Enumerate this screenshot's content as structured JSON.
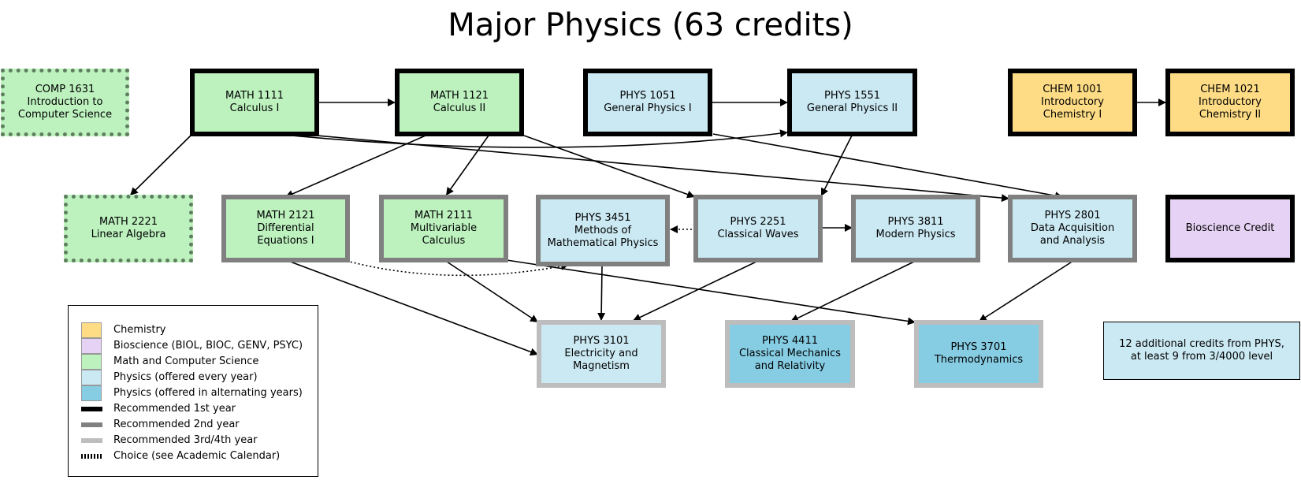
{
  "title": "Major Physics (63 credits)",
  "colors": {
    "chemistry": "#fddc85",
    "bioscience": "#e6d2f4",
    "math_cs": "#bdf2bf",
    "physics_every_year": "#cbe9f3",
    "physics_alternating": "#86cde4",
    "year1_border": "#000000",
    "year2_border": "#808080",
    "year3_border": "#bdbdbd"
  },
  "courses": {
    "comp1631": "COMP 1631\nIntroduction to\nComputer Science",
    "math1111": "MATH 1111\nCalculus I",
    "math1121": "MATH 1121\nCalculus II",
    "phys1051": "PHYS 1051\nGeneral Physics I",
    "phys1551": "PHYS 1551\nGeneral Physics II",
    "chem1001": "CHEM 1001\nIntroductory\nChemistry I",
    "chem1021": "CHEM 1021\nIntroductory\nChemistry II",
    "math2221": "MATH 2221\nLinear Algebra",
    "math2121": "MATH 2121\nDifferential\nEquations I",
    "math2111": "MATH 2111\nMultivariable\nCalculus",
    "phys3451": "PHYS 3451\nMethods of\nMathematical Physics",
    "phys2251": "PHYS 2251\nClassical Waves",
    "phys3811": "PHYS 3811\nModern Physics",
    "phys2801": "PHYS 2801\nData Acquisition\nand Analysis",
    "bioscience": "Bioscience Credit",
    "phys3101": "PHYS 3101\nElectricity and\nMagnetism",
    "phys4411": "PHYS 4411\nClassical Mechanics\nand Relativity",
    "phys3701": "PHYS 3701\nThermodynamics",
    "additional": "12 additional credits from PHYS,\nat least 9 from 3/4000 level"
  },
  "legend": {
    "chemistry": "Chemistry",
    "bioscience": "Bioscience (BIOL, BIOC, GENV, PSYC)",
    "math_cs": "Math and Computer Science",
    "physics_every_year": "Physics (offered every year)",
    "physics_alternating": "Physics (offered in alternating years)",
    "year1": "Recommended 1st year",
    "year2": "Recommended 2nd year",
    "year3": "Recommended 3rd/4th year",
    "choice": "Choice (see Academic Calendar)"
  },
  "prerequisites": [
    {
      "from": "math1111",
      "to": "math1121"
    },
    {
      "from": "phys1051",
      "to": "phys1551"
    },
    {
      "from": "chem1001",
      "to": "chem1021"
    },
    {
      "from": "math1111",
      "to": "math2221"
    },
    {
      "from": "math1111",
      "to": "phys1551"
    },
    {
      "from": "math1111",
      "to": "phys2801"
    },
    {
      "from": "math1121",
      "to": "math2121"
    },
    {
      "from": "math1121",
      "to": "math2111"
    },
    {
      "from": "math1121",
      "to": "phys2251"
    },
    {
      "from": "phys1051",
      "to": "phys2801"
    },
    {
      "from": "phys1551",
      "to": "phys2251"
    },
    {
      "from": "phys2251",
      "to": "phys3451",
      "style": "dotted"
    },
    {
      "from": "phys2251",
      "to": "phys3811"
    },
    {
      "from": "math2121",
      "to": "phys3451",
      "style": "dotted"
    },
    {
      "from": "math2121",
      "to": "phys3101"
    },
    {
      "from": "math2111",
      "to": "phys3101"
    },
    {
      "from": "math2111",
      "to": "phys3701"
    },
    {
      "from": "phys3451",
      "to": "phys3101"
    },
    {
      "from": "phys2251",
      "to": "phys3101"
    },
    {
      "from": "phys3811",
      "to": "phys4411"
    },
    {
      "from": "phys2801",
      "to": "phys3701"
    }
  ]
}
